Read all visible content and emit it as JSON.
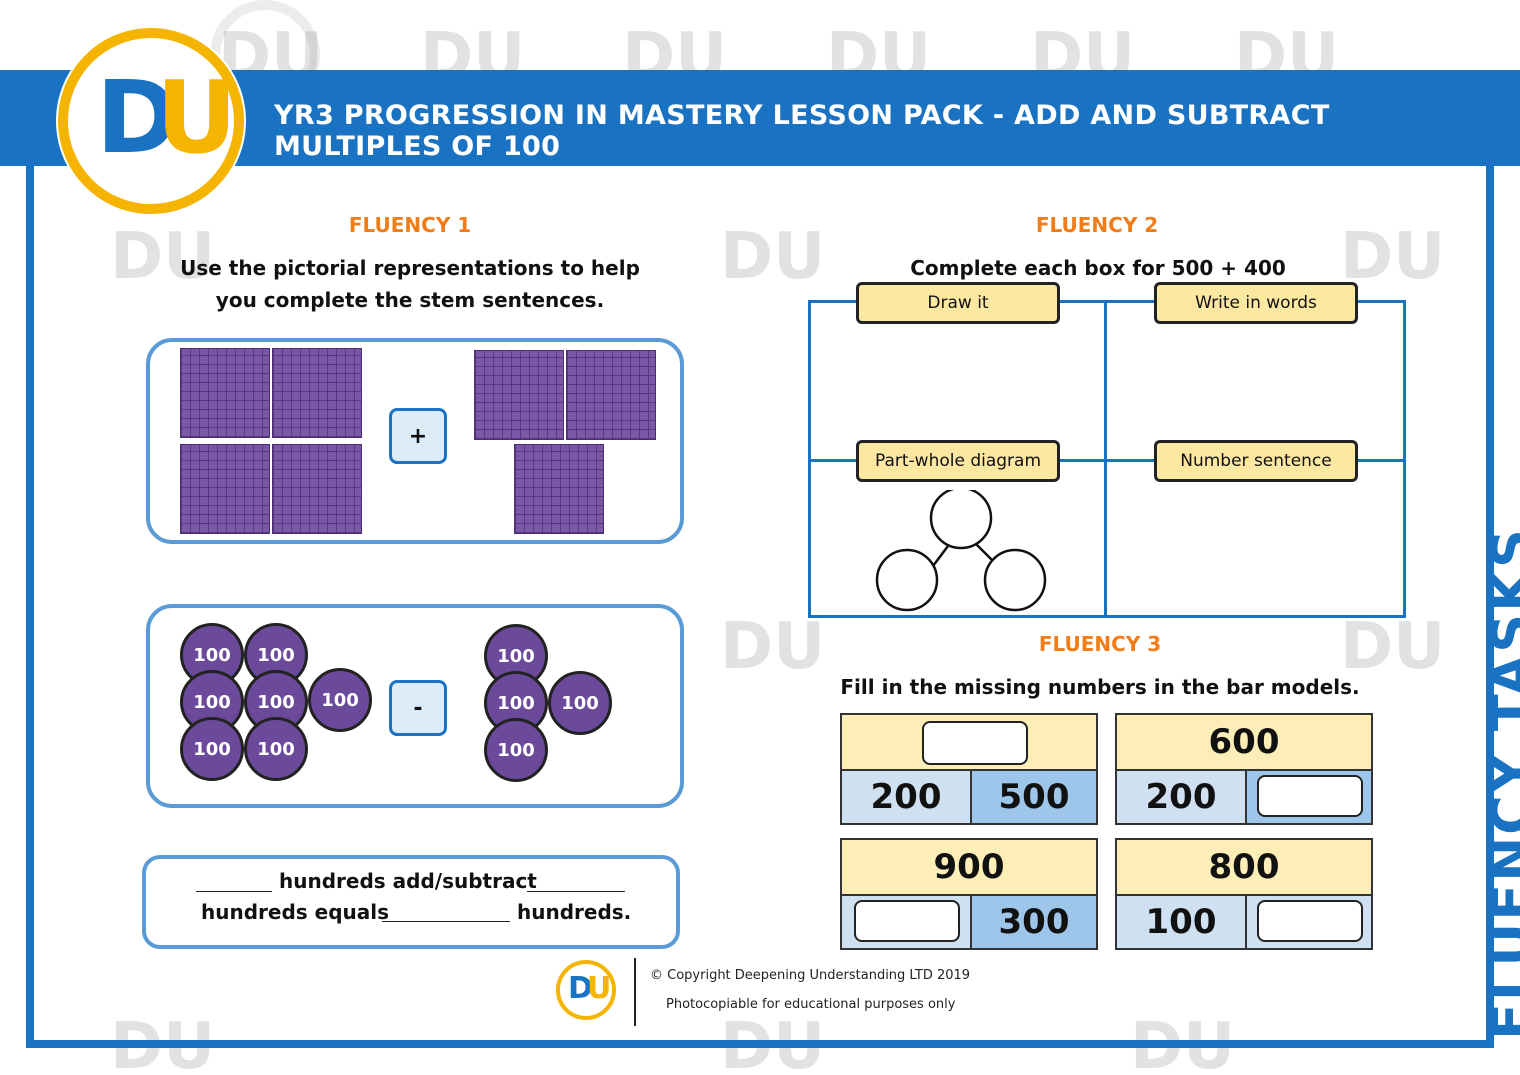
{
  "header": {
    "title": "YR3 PROGRESSION IN MASTERY LESSON PACK - ADD AND SUBTRACT MULTIPLES OF 100",
    "logo_d": "D",
    "logo_u": "U"
  },
  "colors": {
    "brand_blue": "#1a73c2",
    "brand_yellow": "#f4b400",
    "section_orange": "#f07d17",
    "purple": "#6b4a9b"
  },
  "watermark": {
    "text": "DU"
  },
  "fluency1": {
    "title": "FLUENCY 1",
    "instruction_line1": "Use the pictorial representations to help",
    "instruction_line2": "you complete the stem sentences.",
    "plus": "+",
    "minus": "-",
    "counter_label": "100",
    "stem_line1_mid": "hundreds add/subtract",
    "stem_line2_a": "hundreds equals",
    "stem_line2_b": "hundreds."
  },
  "fluency2": {
    "title": "FLUENCY 2",
    "instruction": "Complete each box for 500 + 400",
    "tags": [
      "Draw it",
      "Write in words",
      "Part-whole diagram",
      "Number sentence"
    ]
  },
  "fluency3": {
    "title": "FLUENCY 3",
    "instruction": "Fill in the missing numbers in the bar models.",
    "bars": [
      {
        "total": "",
        "parts": [
          "200",
          "500"
        ]
      },
      {
        "total": "600",
        "parts": [
          "200",
          ""
        ]
      },
      {
        "total": "900",
        "parts": [
          "",
          "300"
        ]
      },
      {
        "total": "800",
        "parts": [
          "100",
          ""
        ]
      }
    ]
  },
  "side_label": "FLUENCY TASKS",
  "footer": {
    "copyright": "© Copyright Deepening Understanding LTD 2019",
    "note": "Photocopiable for educational purposes only"
  }
}
